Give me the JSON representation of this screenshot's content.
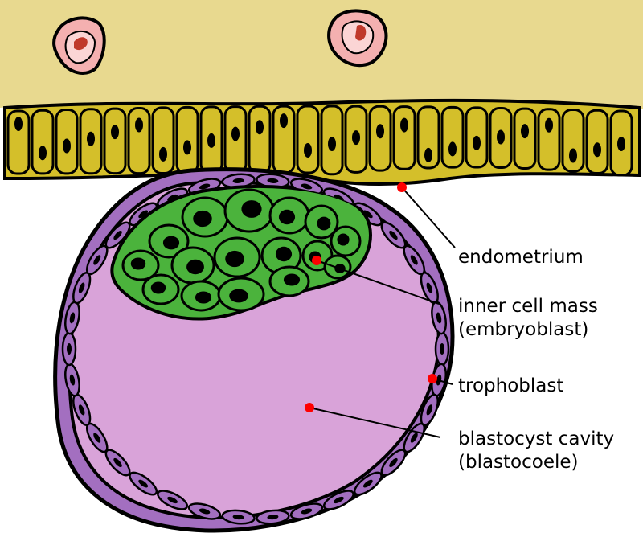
{
  "labels": {
    "endometrium": "endometrium",
    "inner_cell_mass": "inner cell mass",
    "inner_cell_mass_alt": "(embryoblast)",
    "trophoblast": "trophoblast",
    "blastocyst_cavity": "blastocyst cavity",
    "blastocyst_cavity_alt": "(blastocoele)"
  },
  "colors": {
    "endometrium_stroma": "#e8d98f",
    "epithelium": "#d4bf2a",
    "trophoblast": "#a36fc0",
    "inner_cell_mass": "#4bb33c",
    "cavity": "#d9a3d9",
    "blood_vessel": "#f4b0b0",
    "blood": "#c0392b",
    "pointer_dot": "#ff0000",
    "outline": "#000000"
  }
}
